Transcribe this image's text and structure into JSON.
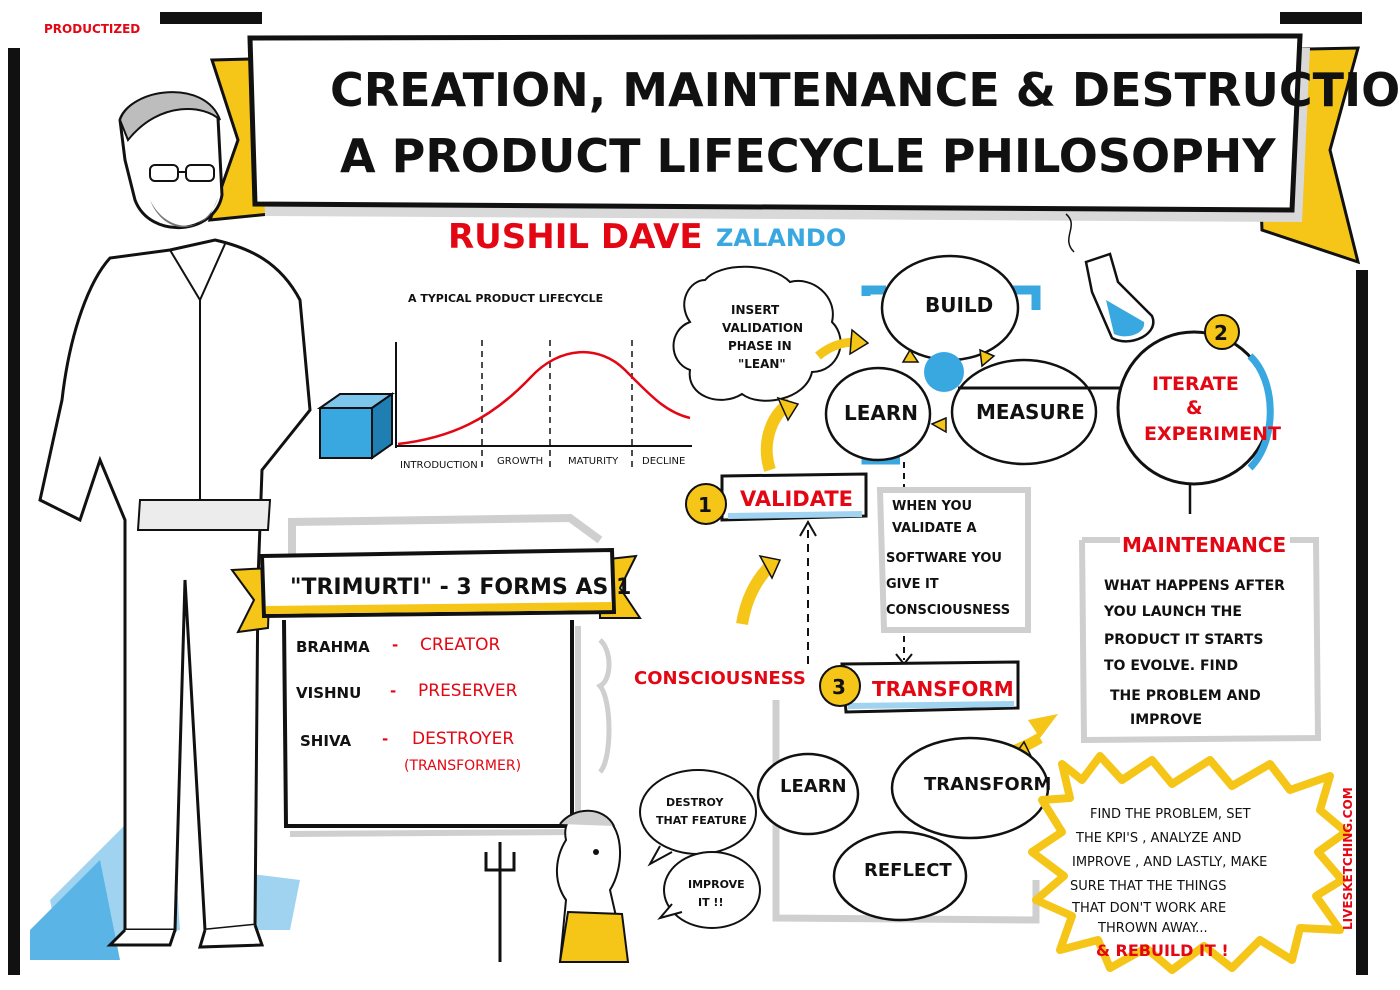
{
  "corner_label": "PRODUCTIZED",
  "title": {
    "line1": "CREATION, MAINTENANCE & DESTRUCTION:",
    "line2": "A PRODUCT LIFECYCLE PHILOSOPHY"
  },
  "speaker": {
    "name": "RUSHIL DAVE",
    "company": "ZALANDO"
  },
  "lifecycle": {
    "title": "A TYPICAL PRODUCT LIFECYCLE",
    "stages": [
      "INTRODUCTION",
      "GROWTH",
      "MATURITY",
      "DECLINE"
    ]
  },
  "lean_note": {
    "line1": "INSERT",
    "line2": "VALIDATION",
    "line3": "PHASE IN",
    "line4": "\"LEAN\""
  },
  "lean_loop": {
    "build": "BUILD",
    "learn": "LEARN",
    "measure": "MEASURE"
  },
  "iterate": {
    "number": "2",
    "line1": "ITERATE",
    "line2": "&",
    "line3": "EXPERIMENT"
  },
  "validate": {
    "number": "1",
    "label": "VALIDATE",
    "note": [
      "WHEN YOU",
      "VALIDATE A",
      "SOFTWARE YOU",
      "GIVE IT",
      "CONSCIOUSNESS"
    ]
  },
  "maintenance": {
    "title": "MAINTENANCE",
    "lines": [
      "WHAT HAPPENS AFTER",
      "YOU LAUNCH THE",
      "PRODUCT IT STARTS",
      "TO EVOLVE. FIND",
      "THE PROBLEM AND",
      "IMPROVE"
    ]
  },
  "trimurti": {
    "banner": "\"TRIMURTI\" - 3 FORMS AS 1",
    "rows": [
      {
        "name": "BRAHMA",
        "dash": "-",
        "role": "CREATOR"
      },
      {
        "name": "VISHNU",
        "dash": "-",
        "role": "PRESERVER"
      },
      {
        "name": "SHIVA",
        "dash": "-",
        "role": "DESTROYER",
        "sub": "(TRANSFORMER)"
      }
    ]
  },
  "transform": {
    "number": "3",
    "label": "TRANSFORM",
    "side_label": "CONSCIOUSNESS"
  },
  "cycle": {
    "learn": "LEARN",
    "transform": "TRANSFORM",
    "reflect": "REFLECT"
  },
  "shiva_bubbles": {
    "first_l1": "DESTROY",
    "first_l2": "THAT FEATURE",
    "second_l1": "IMPROVE",
    "second_l2": "IT !!"
  },
  "burst": {
    "lines": [
      "FIND THE PROBLEM, SET",
      "THE KPI'S , ANALYZE AND",
      "IMPROVE , AND LASTLY, MAKE",
      "SURE THAT THE THINGS",
      "THAT DON'T WORK ARE",
      "THROWN AWAY..."
    ],
    "rebuild": "& REBUILD IT !"
  },
  "credit": "LIVESKETCHING.COM",
  "colors": {
    "accent_red": "#e30613",
    "accent_yellow": "#f5c518",
    "accent_blue": "#3aa8e0",
    "ink": "#111111",
    "shadow": "#cfcfcf"
  }
}
